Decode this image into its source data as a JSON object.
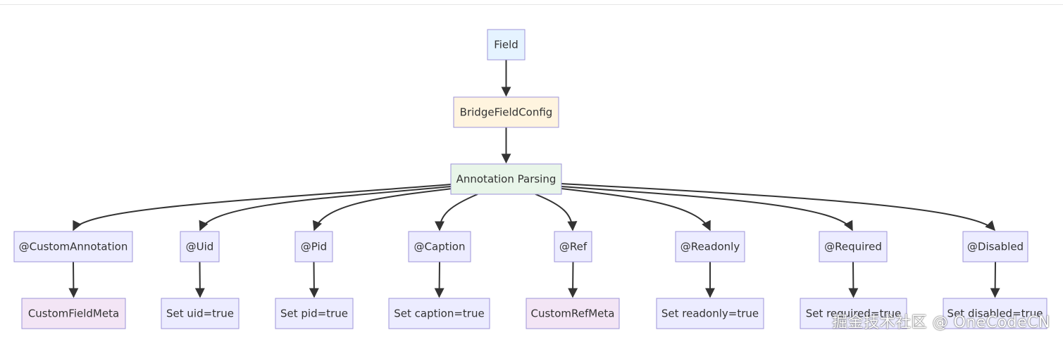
{
  "diagram": {
    "type": "flowchart",
    "colors": {
      "edge": "#333333",
      "border": "#9e94d8",
      "default_fill": "#ececff",
      "text": "#333333"
    },
    "nodes": [
      {
        "id": "field",
        "label": "Field",
        "fill": "#e5f3ff"
      },
      {
        "id": "bridge",
        "label": "BridgeFieldConfig",
        "fill": "#fff4df"
      },
      {
        "id": "parsing",
        "label": "Annotation Parsing",
        "fill": "#e8f5e9"
      },
      {
        "id": "custom",
        "label": "@CustomAnnotation",
        "fill": "#ececff"
      },
      {
        "id": "uid",
        "label": "@Uid",
        "fill": "#ececff"
      },
      {
        "id": "pid",
        "label": "@Pid",
        "fill": "#ececff"
      },
      {
        "id": "caption",
        "label": "@Caption",
        "fill": "#ececff"
      },
      {
        "id": "ref",
        "label": "@Ref",
        "fill": "#ececff"
      },
      {
        "id": "readonly",
        "label": "@Readonly",
        "fill": "#ececff"
      },
      {
        "id": "required",
        "label": "@Required",
        "fill": "#ececff"
      },
      {
        "id": "disabled",
        "label": "@Disabled",
        "fill": "#ececff"
      },
      {
        "id": "customMeta",
        "label": "CustomFieldMeta",
        "fill": "#f3e5f5"
      },
      {
        "id": "setUid",
        "label": "Set uid=true",
        "fill": "#ececff"
      },
      {
        "id": "setPid",
        "label": "Set pid=true",
        "fill": "#ececff"
      },
      {
        "id": "setCaption",
        "label": "Set caption=true",
        "fill": "#ececff"
      },
      {
        "id": "refMeta",
        "label": "CustomRefMeta",
        "fill": "#f3e5f5"
      },
      {
        "id": "setReadonly",
        "label": "Set readonly=true",
        "fill": "#ececff"
      },
      {
        "id": "setRequired",
        "label": "Set required=true",
        "fill": "#ececff"
      },
      {
        "id": "setDisabled",
        "label": "Set disabled=true",
        "fill": "#ececff"
      }
    ],
    "edges": [
      {
        "from": "field",
        "to": "bridge"
      },
      {
        "from": "bridge",
        "to": "parsing"
      },
      {
        "from": "parsing",
        "to": "custom"
      },
      {
        "from": "parsing",
        "to": "uid"
      },
      {
        "from": "parsing",
        "to": "pid"
      },
      {
        "from": "parsing",
        "to": "caption"
      },
      {
        "from": "parsing",
        "to": "ref"
      },
      {
        "from": "parsing",
        "to": "readonly"
      },
      {
        "from": "parsing",
        "to": "required"
      },
      {
        "from": "parsing",
        "to": "disabled"
      },
      {
        "from": "custom",
        "to": "customMeta"
      },
      {
        "from": "uid",
        "to": "setUid"
      },
      {
        "from": "pid",
        "to": "setPid"
      },
      {
        "from": "caption",
        "to": "setCaption"
      },
      {
        "from": "ref",
        "to": "refMeta"
      },
      {
        "from": "readonly",
        "to": "setReadonly"
      },
      {
        "from": "required",
        "to": "setRequired"
      },
      {
        "from": "disabled",
        "to": "setDisabled"
      }
    ]
  },
  "watermark": {
    "text": "掘金技术社区 @ OneCodeCN"
  }
}
